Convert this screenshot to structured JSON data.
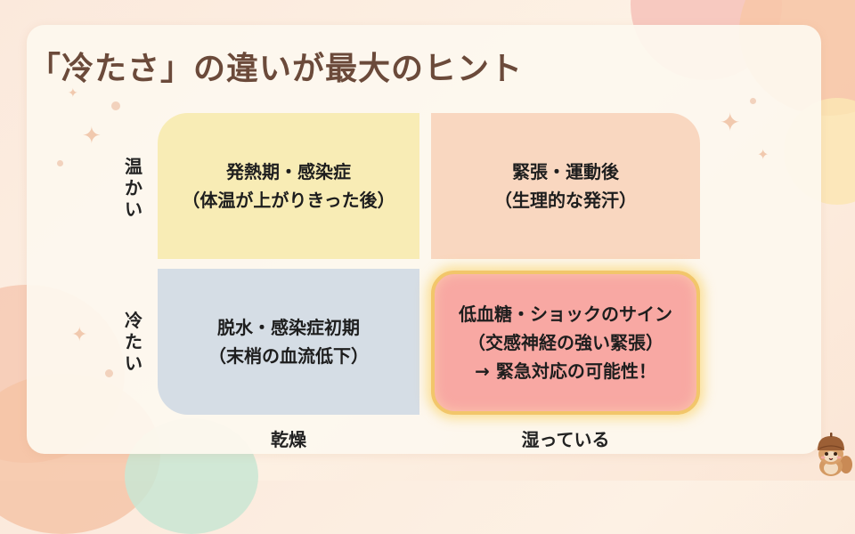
{
  "slide": {
    "title": "「冷たさ」の違いが最大のヒント",
    "axes": {
      "y_top": [
        "温",
        "か",
        "い"
      ],
      "y_bottom": [
        "冷",
        "た",
        "い"
      ],
      "x_left": "乾燥",
      "x_right": "湿っている"
    },
    "quadrants": {
      "warm_dry": {
        "line1": "発熱期・感染症",
        "line2": "（体温が上がりきった後）",
        "color": "#f8ecb5"
      },
      "warm_wet": {
        "line1": "緊張・運動後",
        "line2": "（生理的な発汗）",
        "color": "#f9d7c0"
      },
      "cold_dry": {
        "line1": "脱水・感染症初期",
        "line2": "（末梢の血流低下）",
        "color": "#d5dde5"
      },
      "cold_wet": {
        "line1": "低血糖・ショックのサイン",
        "line2": "（交感神経の強い緊張）",
        "line3": "→ 緊急対応の可能性！",
        "color": "#f8a8a3",
        "highlight": "#f2c66a"
      }
    },
    "mascot": "squirrel-acorn-mascot"
  }
}
